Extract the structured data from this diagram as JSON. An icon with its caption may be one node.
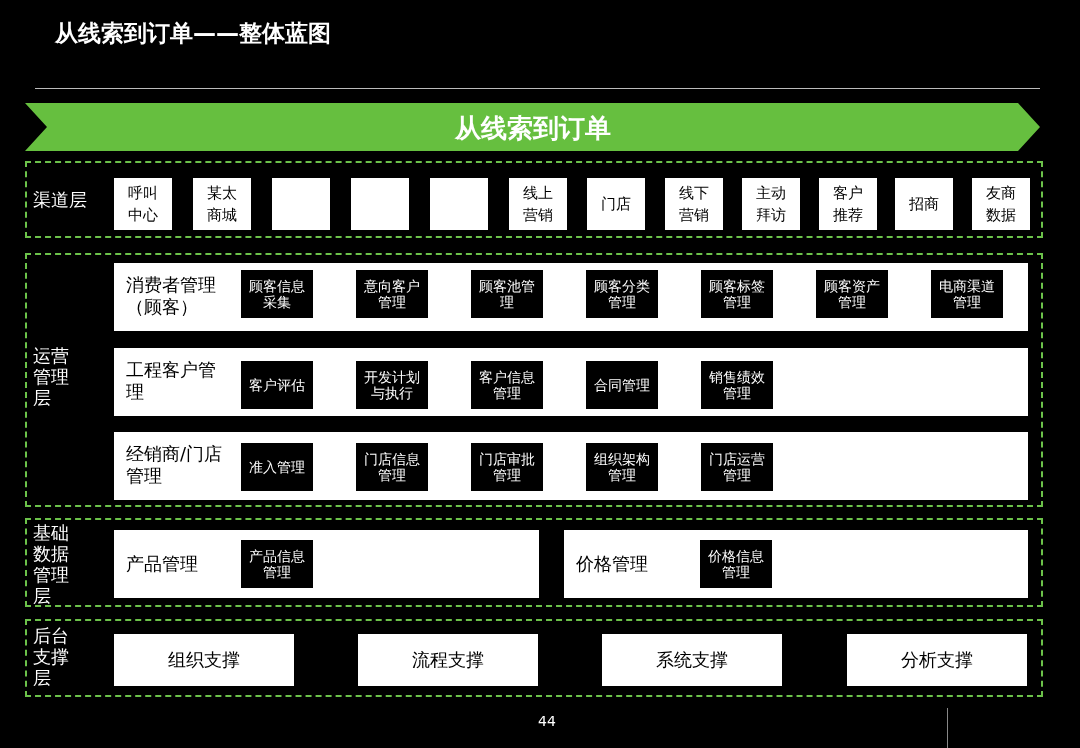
{
  "diagram": {
    "title": "从线索到订单——整体蓝图",
    "nodes": [
      {
        "text": [
          "从线索到订单"
        ]
      },
      {
        "text": [
          "渠道层"
        ]
      },
      {
        "text": [
          "呼叫中心"
        ],
        "in": 1
      },
      {
        "text": [
          "某太商城"
        ],
        "in": 1
      },
      {
        "text": [],
        "shape": "box",
        "in": 1
      },
      {
        "text": [],
        "shape": "box",
        "in": 1
      },
      {
        "text": [],
        "shape": "box",
        "in": 1
      },
      {
        "text": [
          "线上营销"
        ],
        "in": 1
      },
      {
        "text": [
          "门店"
        ],
        "in": 1
      },
      {
        "text": [
          "线下营销"
        ],
        "in": 1
      },
      {
        "text": [
          "主动拜访"
        ],
        "in": 1
      },
      {
        "text": [
          "客户推荐"
        ],
        "in": 1
      },
      {
        "text": [
          "招商"
        ],
        "in": 1
      },
      {
        "text": [
          "友商数据"
        ],
        "in": 1
      },
      {
        "text": [
          "运营管理层"
        ]
      },
      {
        "text": [
          "消费者管理（顾客）"
        ],
        "in": 14
      },
      {
        "text": [
          "顾客信息采集"
        ],
        "in": 15
      },
      {
        "text": [
          "意向客户管理"
        ],
        "in": 15
      },
      {
        "text": [
          "顾客池管理"
        ],
        "in": 15
      },
      {
        "text": [
          "顾客分类管理"
        ],
        "in": 15
      },
      {
        "text": [
          "顾客标签管理"
        ],
        "in": 15
      },
      {
        "text": [
          "顾客资产管理"
        ],
        "in": 15
      },
      {
        "text": [
          "电商渠道管理"
        ],
        "in": 15
      },
      {
        "text": [
          "工程客户管理"
        ],
        "in": 14
      },
      {
        "text": [
          "客户评估"
        ],
        "in": 23
      },
      {
        "text": [
          "开发计划与执行"
        ],
        "in": 23
      },
      {
        "text": [
          "客户信息管理"
        ],
        "in": 23
      },
      {
        "text": [
          "合同管理"
        ],
        "in": 23
      },
      {
        "text": [
          "销售绩效管理"
        ],
        "in": 23
      },
      {
        "text": [
          "经销商/门店管理"
        ],
        "in": 14
      },
      {
        "text": [
          "准入管理"
        ],
        "in": 29
      },
      {
        "text": [
          "门店信息管理"
        ],
        "in": 29
      },
      {
        "text": [
          "门店审批管理"
        ],
        "in": 29
      },
      {
        "text": [
          "组织架构管理"
        ],
        "in": 29
      },
      {
        "text": [
          "门店运营管理"
        ],
        "in": 29
      },
      {
        "text": [
          "基础数据管理层"
        ]
      },
      {
        "text": [
          "产品管理"
        ],
        "in": 35
      },
      {
        "text": [
          "产品信息管理"
        ],
        "in": 36
      },
      {
        "text": [
          "价格管理"
        ],
        "in": 35
      },
      {
        "text": [
          "价格信息管理"
        ],
        "in": 38
      },
      {
        "text": [
          "后台支撑层"
        ]
      },
      {
        "text": [
          "组织支撑"
        ],
        "in": 40
      },
      {
        "text": [
          "流程支撑"
        ],
        "in": 40
      },
      {
        "text": [
          "系统支撑"
        ],
        "in": 40
      },
      {
        "text": [
          "分析支撑"
        ],
        "in": 40
      }
    ],
    "labels": [
      "44"
    ]
  }
}
